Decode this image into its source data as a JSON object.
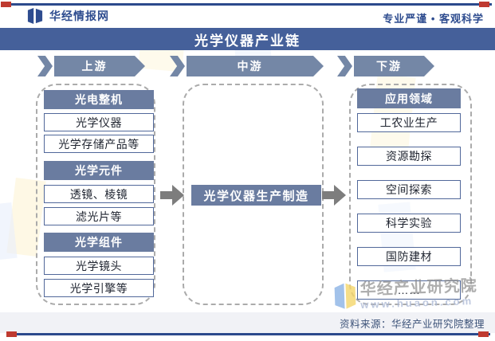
{
  "header": {
    "brand_name": "华经情报网",
    "slogan": "专业严谨 • 客观科学"
  },
  "title": "光学仪器产业链",
  "stages": [
    {
      "label": "上游"
    },
    {
      "label": "中游"
    },
    {
      "label": "下游"
    }
  ],
  "upstream": {
    "groups": [
      {
        "header": "光电整机",
        "items": [
          "光学仪器",
          "光学存储产品等"
        ]
      },
      {
        "header": "光学元件",
        "items": [
          "透镜、棱镜",
          "滤光片等"
        ]
      },
      {
        "header": "光学组件",
        "items": [
          "光学镜头",
          "光学引擎等"
        ]
      }
    ]
  },
  "midstream": {
    "label": "光学仪器生产制造"
  },
  "downstream": {
    "header": "应用领域",
    "items": [
      "工农业生产",
      "资源勘探",
      "空间探索",
      "科学实验",
      "国防建材",
      "……"
    ]
  },
  "footer": {
    "source": "资料来源：华经产业研究院整理"
  },
  "watermark": {
    "name": "华经产业研究院",
    "url": "www.huaon.com"
  },
  "icons": {
    "brand_logo": "open-book-flag",
    "stage_chevron": "chevron-right",
    "flow_arrow": "block-arrow-right",
    "watermark_logo": "open-book"
  },
  "colors": {
    "title_bar": "#45609a",
    "stage_banner": "#7487a6",
    "group_header": "#6a7ca0",
    "item_border": "#51689a",
    "frame_line": "#2c4a8c",
    "corner_accent": "#bf3a30",
    "brand_text": "#2e4c8f",
    "flow_arrow": "#7d7d7d",
    "footer_band": "#f1f2f6"
  }
}
